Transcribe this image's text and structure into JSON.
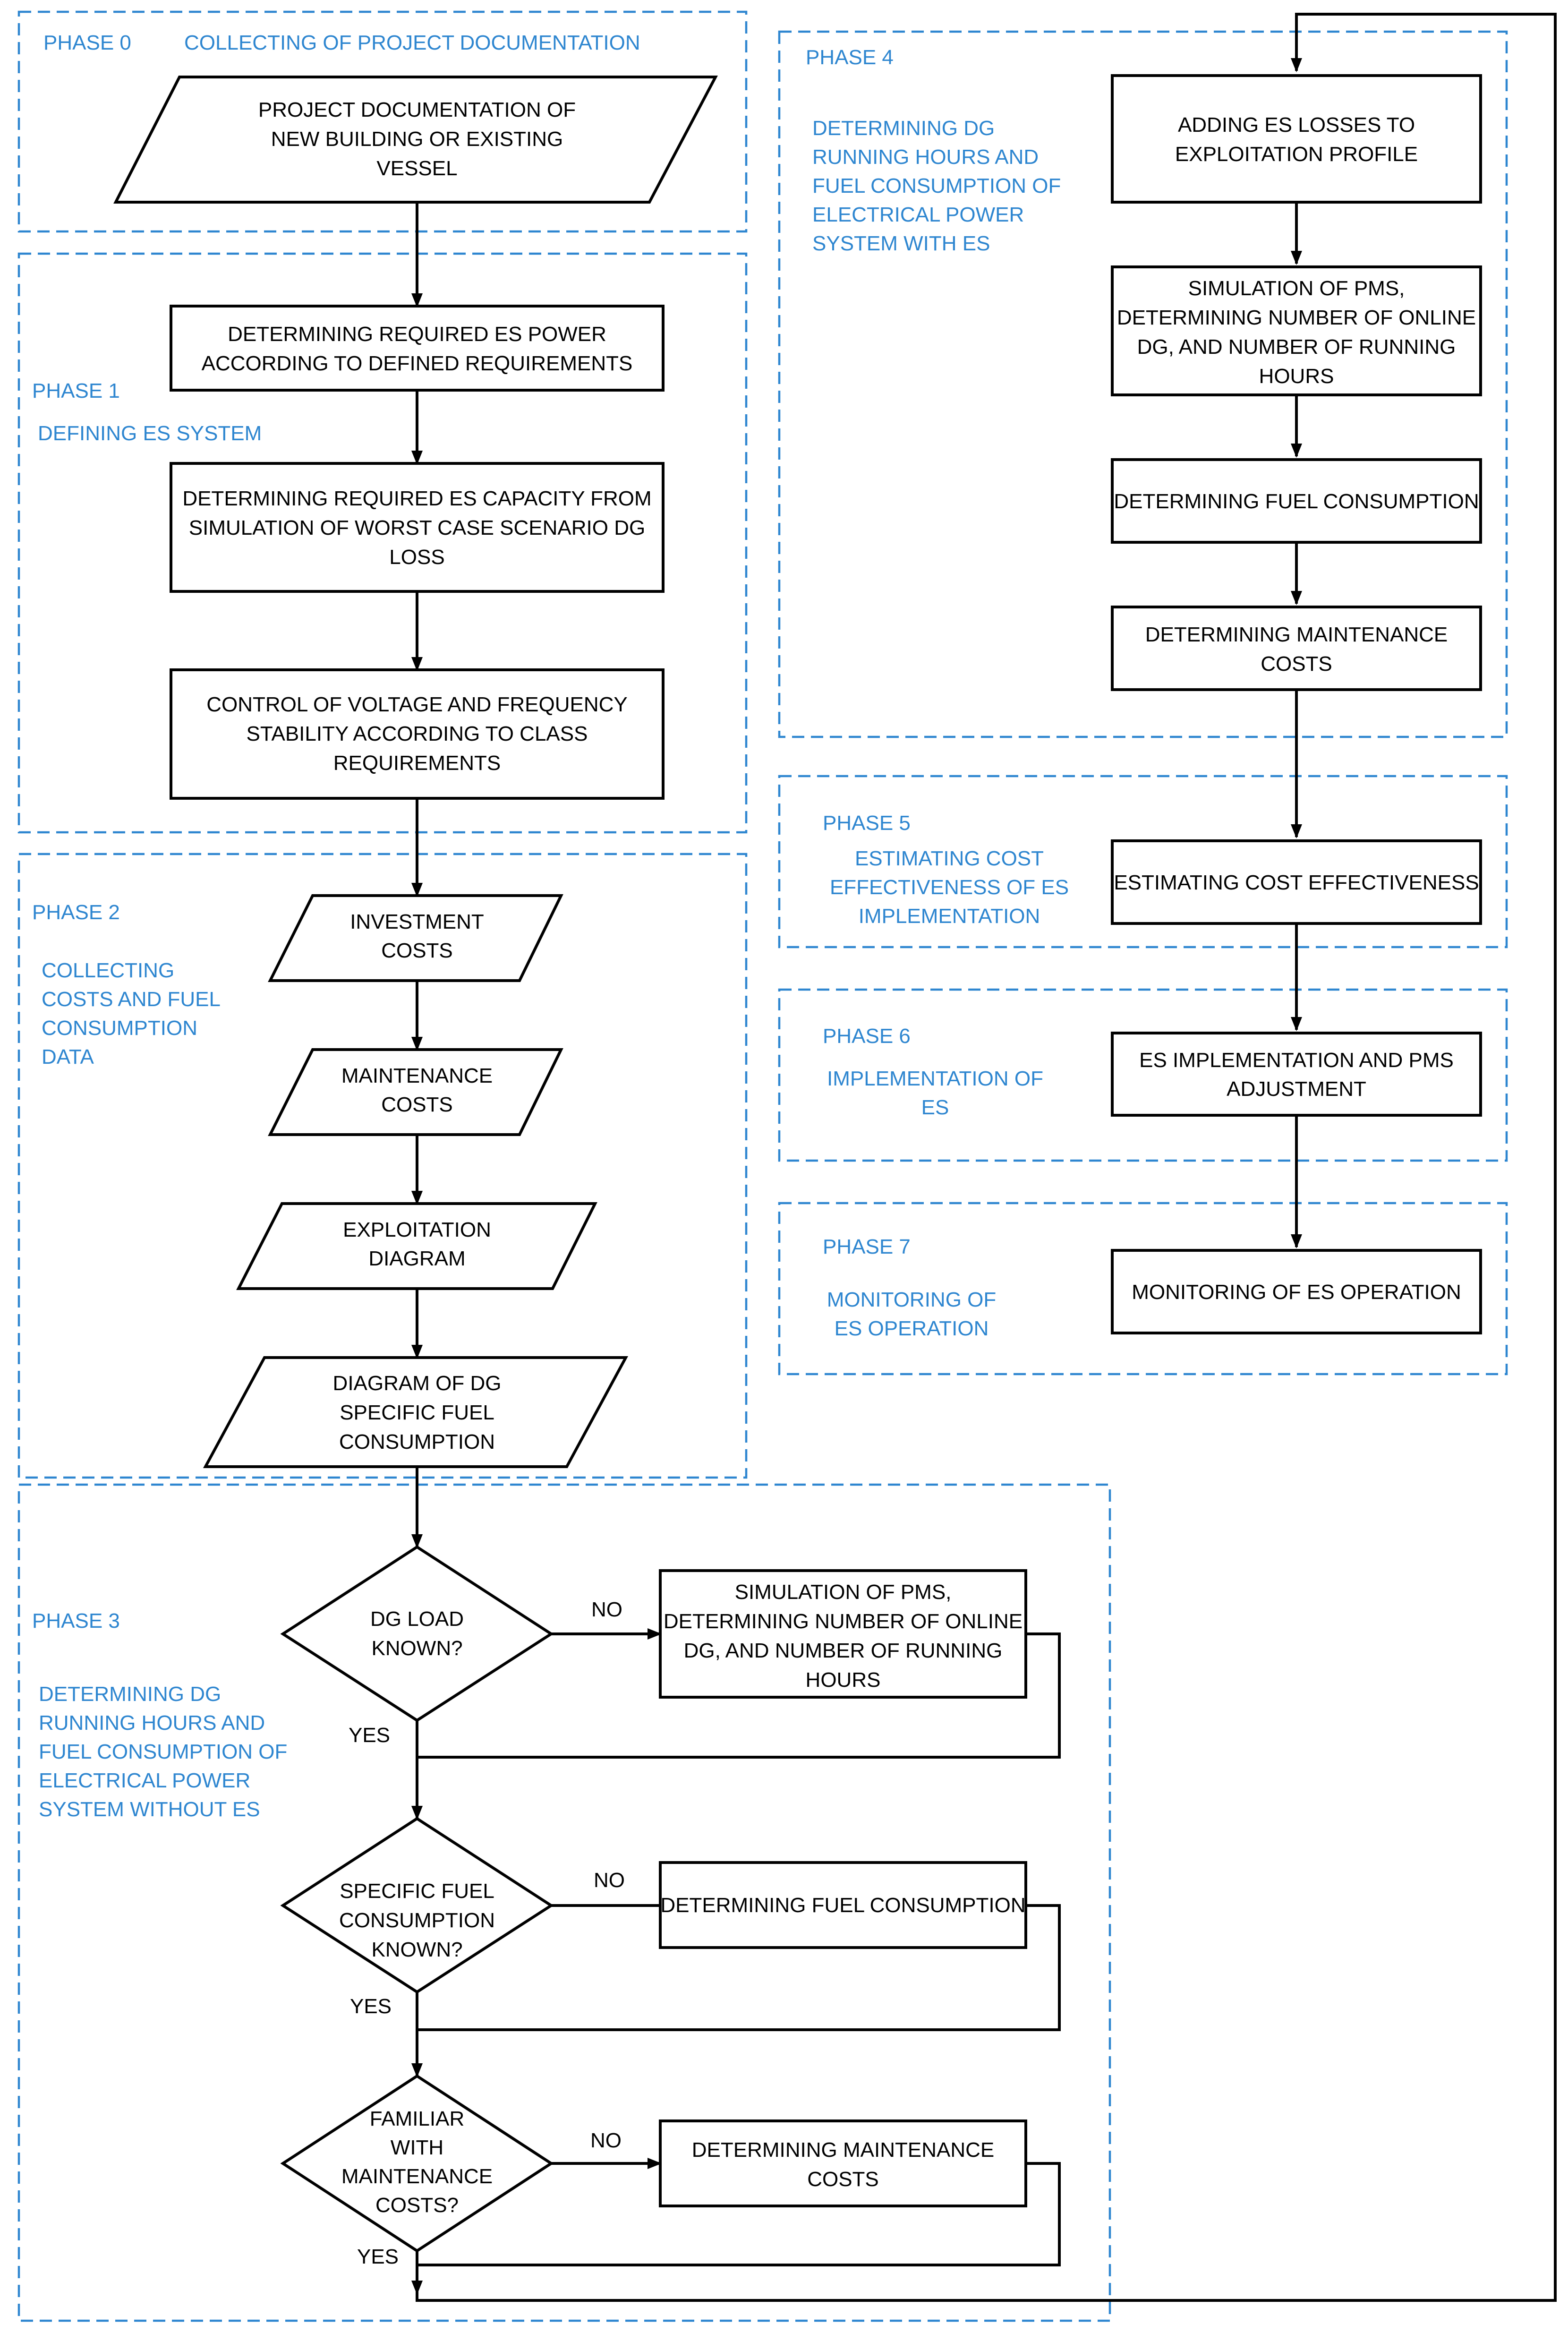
{
  "phases": {
    "p0": {
      "label": "PHASE 0",
      "desc": [
        "COLLECTING OF PROJECT DOCUMENTATION"
      ]
    },
    "p1": {
      "label": "PHASE 1",
      "desc": [
        "DEFINING ES SYSTEM"
      ]
    },
    "p2": {
      "label": "PHASE 2",
      "desc": [
        "COLLECTING",
        "COSTS AND FUEL",
        "CONSUMPTION",
        "DATA"
      ]
    },
    "p3": {
      "label": "PHASE 3",
      "desc": [
        "DETERMINING DG",
        "RUNNING HOURS AND",
        "FUEL CONSUMPTION OF",
        "ELECTRICAL POWER",
        "SYSTEM WITHOUT ES"
      ]
    },
    "p4": {
      "label": "PHASE 4",
      "desc": [
        "DETERMINING DG",
        "RUNNING HOURS AND",
        "FUEL CONSUMPTION OF",
        "ELECTRICAL POWER",
        "SYSTEM WITH ES"
      ]
    },
    "p5": {
      "label": "PHASE 5",
      "desc": [
        "ESTIMATING COST",
        "EFFECTIVENESS OF ES",
        "IMPLEMENTATION"
      ]
    },
    "p6": {
      "label": "PHASE 6",
      "desc": [
        "IMPLEMENTATION OF",
        "ES"
      ]
    },
    "p7": {
      "label": "PHASE 7",
      "desc": [
        "MONITORING OF",
        "ES OPERATION"
      ]
    }
  },
  "nodes": {
    "project_doc": [
      "PROJECT DOCUMENTATION OF",
      "NEW BUILDING OR EXISTING",
      "VESSEL"
    ],
    "req_power": [
      "DETERMINING REQUIRED ES POWER",
      "ACCORDING TO DEFINED REQUIREMENTS"
    ],
    "req_capacity": [
      "DETERMINING REQUIRED ES CAPACITY FROM",
      "SIMULATION OF WORST CASE SCENARIO DG",
      "LOSS"
    ],
    "stability": [
      "CONTROL OF VOLTAGE AND FREQUENCY",
      "STABILITY ACCORDING TO CLASS",
      "REQUIREMENTS"
    ],
    "investment": [
      "INVESTMENT",
      "COSTS"
    ],
    "maintenance_in": [
      "MAINTENANCE",
      "COSTS"
    ],
    "exploitation": [
      "EXPLOITATION",
      "DIAGRAM"
    ],
    "sfc_diagram": [
      "DIAGRAM OF DG",
      "SPECIFIC FUEL",
      "CONSUMPTION"
    ],
    "dec_load": [
      "DG LOAD",
      "KNOWN?"
    ],
    "sim_pms_1": [
      "SIMULATION OF PMS,",
      "DETERMINING NUMBER OF ONLINE",
      "DG, AND NUMBER OF RUNNING",
      "HOURS"
    ],
    "dec_sfc": [
      "SPECIFIC FUEL",
      "CONSUMPTION",
      "KNOWN?"
    ],
    "fuel_1": [
      "DETERMINING FUEL CONSUMPTION"
    ],
    "dec_maint": [
      "FAMILIAR",
      "WITH",
      "MAINTENANCE",
      "COSTS?"
    ],
    "maint_1": [
      "DETERMINING MAINTENANCE",
      "COSTS"
    ],
    "es_losses": [
      "ADDING ES LOSSES TO",
      "EXPLOITATION PROFILE"
    ],
    "sim_pms_2": [
      "SIMULATION OF PMS,",
      "DETERMINING NUMBER OF ONLINE",
      "DG, AND NUMBER OF RUNNING",
      "HOURS"
    ],
    "fuel_2": [
      "DETERMINING FUEL CONSUMPTION"
    ],
    "maint_2": [
      "DETERMINING MAINTENANCE",
      "COSTS"
    ],
    "cost_eff": [
      "ESTIMATING COST EFFECTIVENESS"
    ],
    "impl": [
      "ES IMPLEMENTATION AND PMS",
      "ADJUSTMENT"
    ],
    "monitor": [
      "MONITORING OF ES OPERATION"
    ]
  },
  "edge_labels": {
    "no_1": "NO",
    "yes_1": "YES",
    "no_2": "NO",
    "yes_2": "YES",
    "no_3": "NO",
    "yes_3": "YES"
  },
  "colors": {
    "phase": "#2E86D0",
    "line": "#000000"
  }
}
